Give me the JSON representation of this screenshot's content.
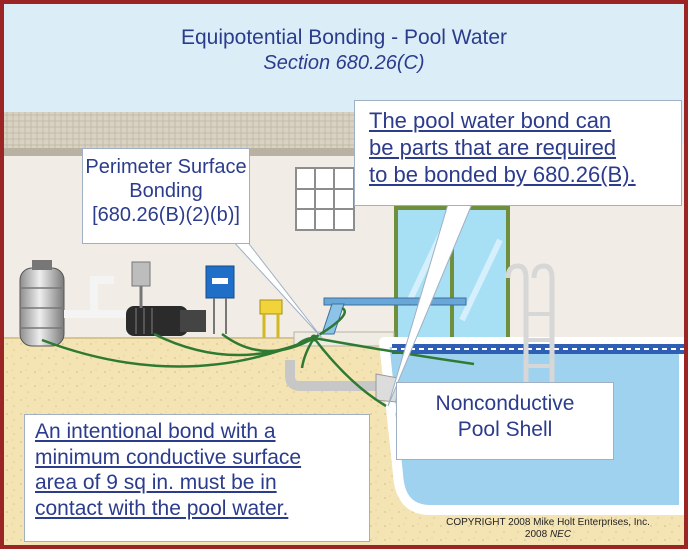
{
  "title": "Equipotential Bonding - Pool Water",
  "subtitle": "Section 680.26(C)",
  "callouts": {
    "perimeter": {
      "line1": "Perimeter Surface",
      "line2": "Bonding",
      "line3": "[680.26(B)(2)(b)]"
    },
    "pool_water_bond": {
      "line1": "The pool water bond can",
      "line2": "be parts that are required",
      "line3": "to be bonded by 680.26(B)."
    },
    "shell": {
      "line1": "Nonconductive",
      "line2": "Pool Shell"
    },
    "intentional_bond": {
      "line1": "An intentional bond with a",
      "line2": "minimum conductive surface",
      "line3": "area of 9 sq in. must be in",
      "line4": "contact with the pool water."
    }
  },
  "copyright": {
    "line1": "COPYRIGHT 2008  Mike Holt Enterprises, Inc.",
    "line2_prefix": "2008",
    "line2_italic": "NEC"
  },
  "colors": {
    "border": "#9b2424",
    "title_text": "#2c3c8c",
    "sky": "#dbeef8",
    "pool_water": "#9fd2ee",
    "ground": "#f4e4b4",
    "bond_wire": "#2f7a33"
  }
}
